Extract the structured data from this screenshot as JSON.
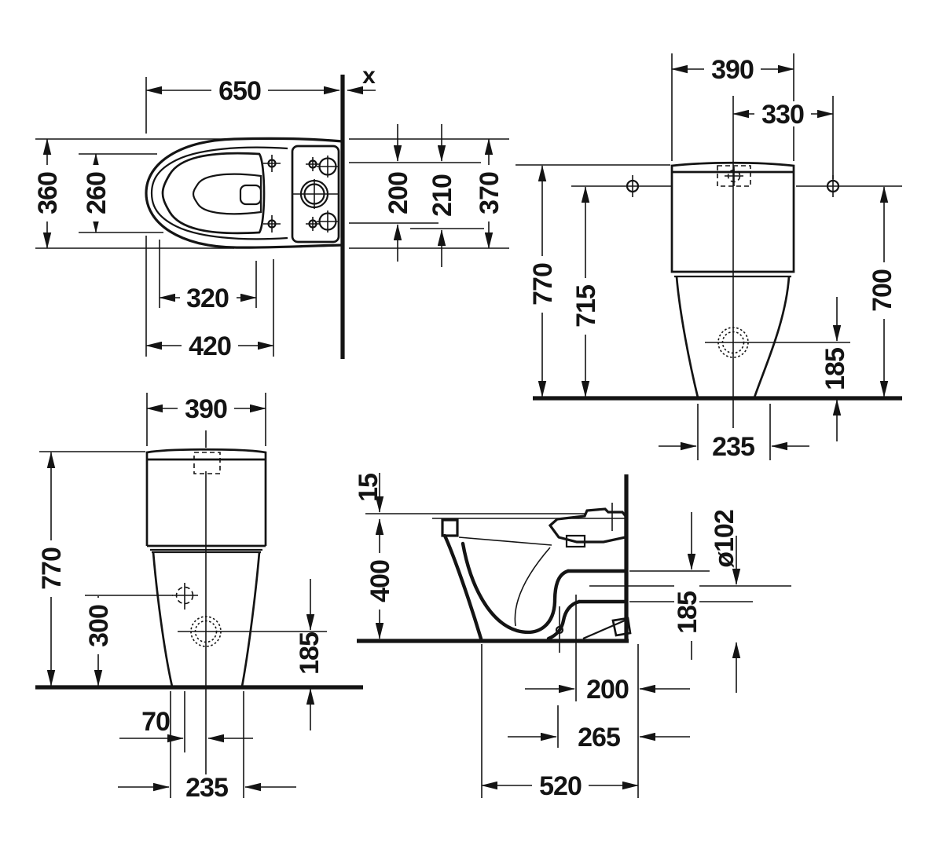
{
  "drawing": {
    "kind": "sanitary-ware dimensional drawing",
    "line_color": "#141414",
    "background": "#ffffff",
    "views": {
      "plan": {
        "dims": {
          "total_depth": "650",
          "bowl_width": "360",
          "seat_opening_width": "260",
          "seat_depth": "320",
          "bowl_front_depth": "420",
          "hole_span": "200",
          "hole_span_alt": "210",
          "tank_width": "370",
          "wall_gap": "x"
        }
      },
      "rear": {
        "dims": {
          "tank_width": "390",
          "supply_span": "330",
          "total_height": "770",
          "lid_height": "715",
          "supply_height": "700",
          "drain_height": "185",
          "base_width": "235"
        }
      },
      "front": {
        "dims": {
          "tank_width": "390",
          "total_height": "770",
          "supply_height": "300",
          "drain_height": "185",
          "supply_offset": "70",
          "base_width": "235"
        }
      },
      "side": {
        "dims": {
          "rim_lines_gap": "15",
          "rim_height": "400",
          "outlet_diameter": "ø102",
          "outlet_height": "185",
          "outlet_wall_distance": "200",
          "outlet_wall_distance_alt": "265",
          "depth_from_wall": "520"
        }
      }
    }
  }
}
